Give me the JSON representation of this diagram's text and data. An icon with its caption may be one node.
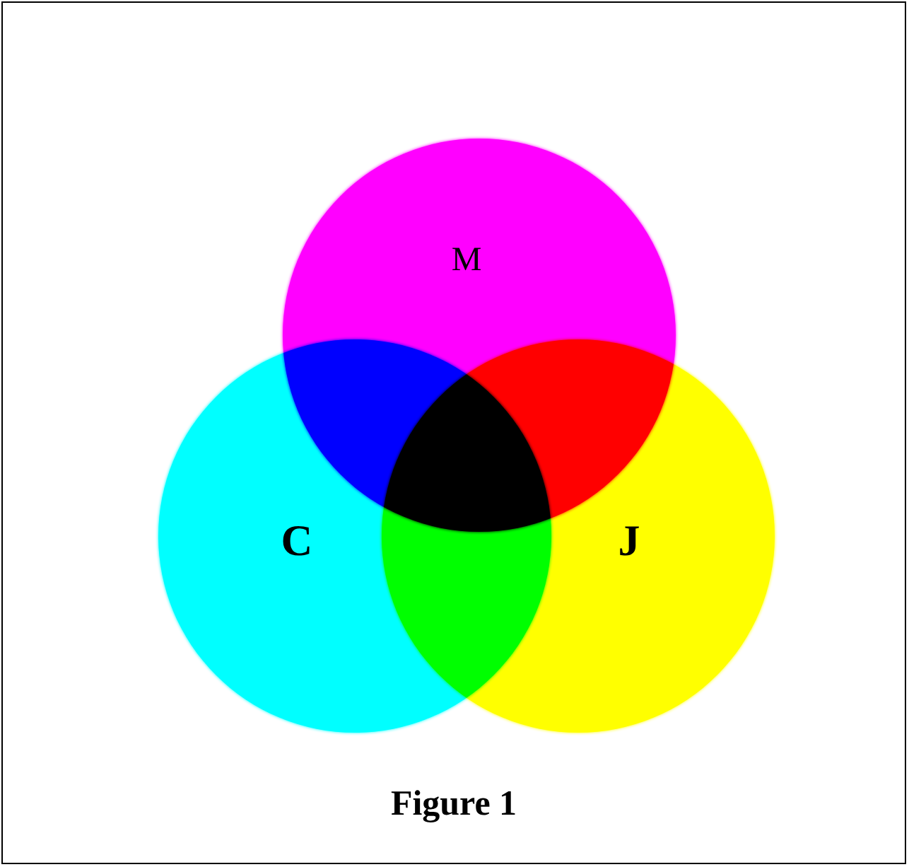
{
  "diagram": {
    "caption": "Figure 1",
    "nodes": [
      {
        "text": [
          "M"
        ]
      },
      {
        "text": [
          "C"
        ]
      },
      {
        "text": [
          "J"
        ]
      }
    ]
  }
}
